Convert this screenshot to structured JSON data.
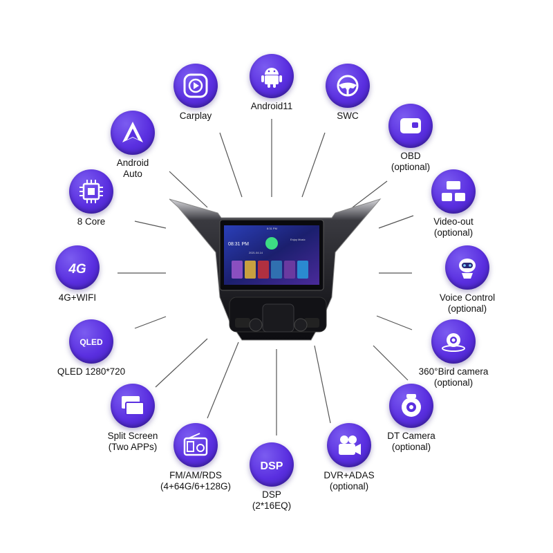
{
  "colors": {
    "icon_bg": "#5a2fe0",
    "line": "#555555",
    "panel": "#0d0d12"
  },
  "features": [
    {
      "id": "carplay",
      "icon": "carplay-icon",
      "line1": "Carplay",
      "line2": ""
    },
    {
      "id": "android",
      "icon": "android-icon",
      "line1": "Android11",
      "line2": ""
    },
    {
      "id": "swc",
      "icon": "steering-wheel-icon",
      "line1": "SWC",
      "line2": ""
    },
    {
      "id": "obd",
      "icon": "obd-icon",
      "line1": "OBD",
      "line2": "(optional)"
    },
    {
      "id": "videoout",
      "icon": "video-out-icon",
      "line1": "Video-out",
      "line2": "(optional)"
    },
    {
      "id": "voice",
      "icon": "robot-icon",
      "line1": "Voice Control",
      "line2": "(optional)"
    },
    {
      "id": "bird",
      "icon": "camera-360-icon",
      "line1": "360°Bird camera",
      "line2": "(optional)"
    },
    {
      "id": "dtcam",
      "icon": "dt-camera-icon",
      "line1": "DT Camera",
      "line2": "(optional)"
    },
    {
      "id": "dvr",
      "icon": "dvr-camera-icon",
      "line1": "DVR+ADAS",
      "line2": "(optional)"
    },
    {
      "id": "dsp",
      "icon": "dsp-icon",
      "icon_text": "DSP",
      "line1": "DSP",
      "line2": "(2*16EQ)"
    },
    {
      "id": "fm",
      "icon": "radio-icon",
      "line1": "FM/AM/RDS",
      "line2": "(4+64G/6+128G)"
    },
    {
      "id": "split",
      "icon": "split-screen-icon",
      "line1": "Split Screen",
      "line2": "(Two APPs)"
    },
    {
      "id": "qled",
      "icon": "qled-icon",
      "icon_text": "QLED",
      "line1": "QLED 1280*720",
      "line2": ""
    },
    {
      "id": "4g",
      "icon": "4g-icon",
      "icon_text": "4G",
      "line1": "4G+WIFI",
      "line2": ""
    },
    {
      "id": "core",
      "icon": "chip-icon",
      "line1": "8 Core",
      "line2": ""
    },
    {
      "id": "aauto",
      "icon": "android-auto-icon",
      "line1": "Android",
      "line2": "Auto"
    }
  ],
  "screen": {
    "time": "08:31 PM",
    "status_time": "8:31 PM",
    "date": "2021.04.14",
    "music": "Enjoy Music"
  }
}
